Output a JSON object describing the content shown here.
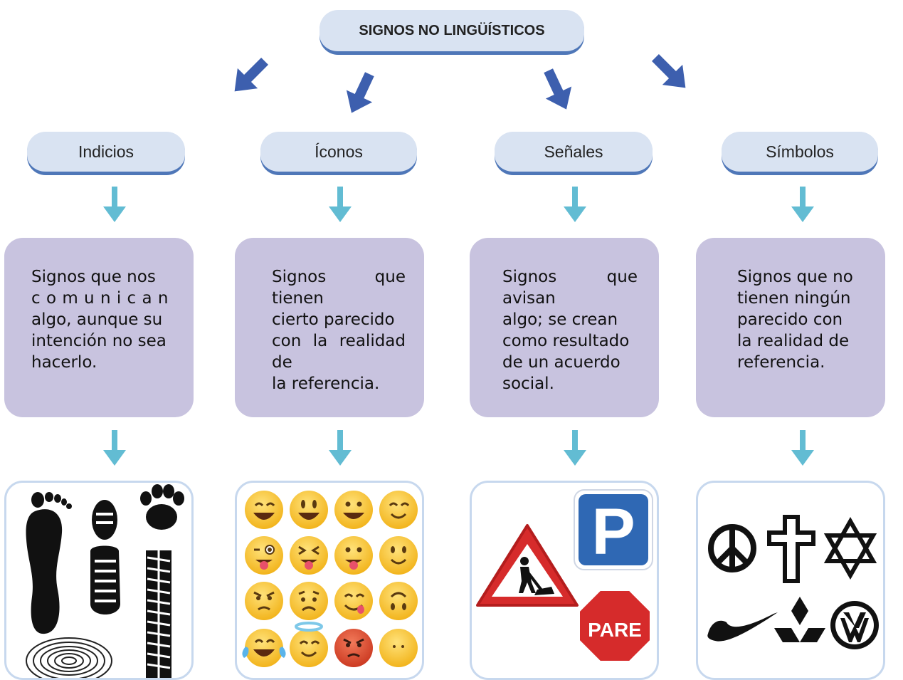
{
  "title": "SIGNOS NO LINGÜÍSTICOS",
  "colors": {
    "pill_bg": "#d9e3f2",
    "pill_border": "#4f77b8",
    "box_bg": "#c8c3df",
    "arrow_dark": "#3d5fae",
    "arrow_light": "#62bcd3",
    "card_border": "#c7d8ee"
  },
  "categories": [
    {
      "label": "Indicios",
      "lines": [
        "Signos que nos",
        "c o m u n i c a n",
        "algo, aunque su",
        "intención no sea",
        "hacerlo."
      ],
      "icons": [
        "footprint-icon",
        "shoe-print-icon",
        "paw-print-icon",
        "tire-track-icon",
        "fingerprint-icon"
      ]
    },
    {
      "label": "Íconos",
      "lines": [
        "Signos que tienen",
        "cierto parecido",
        "con la realidad de",
        "la referencia."
      ],
      "icons": [
        "smiley-emoji-icons"
      ]
    },
    {
      "label": "Señales",
      "lines": [
        "Signos que avisan",
        "algo; se crean",
        "como resultado",
        "de un acuerdo",
        "social."
      ],
      "icons": [
        "parking-sign-icon",
        "road-works-sign-icon",
        "stop-sign-icon"
      ],
      "sign_p": "P",
      "sign_stop": "PARE"
    },
    {
      "label": "Símbolos",
      "lines": [
        "Signos que no",
        "tienen ningún",
        "parecido con",
        "la realidad de",
        "referencia."
      ],
      "icons": [
        "peace-symbol-icon",
        "cross-icon",
        "star-of-david-icon",
        "swoosh-logo-icon",
        "three-diamonds-logo-icon",
        "vw-logo-icon"
      ]
    }
  ]
}
